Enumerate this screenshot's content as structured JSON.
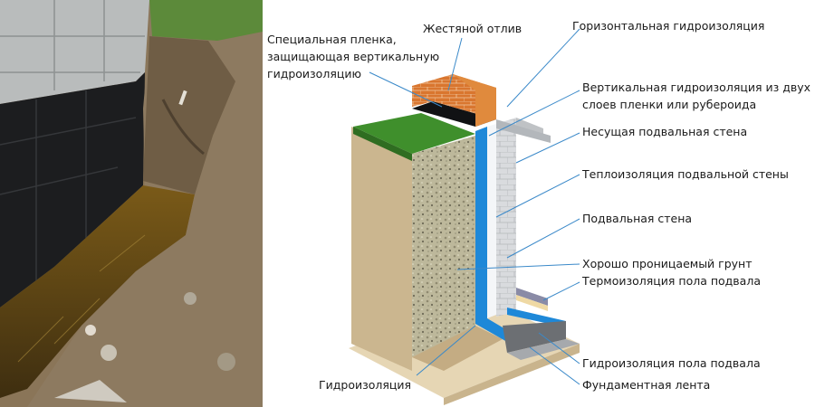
{
  "labels": {
    "film_vertical_1": "Специальная пленка,",
    "film_vertical_2": "защищающая вертикальную",
    "film_vertical_3": "гидроизоляцию",
    "drip": "Жестяной отлив",
    "horizontal_wp": "Горизонтальная гидроизоляция",
    "vertical_wp_1": "Вертикальная гидроизоляция из двух",
    "vertical_wp_2": "слоев пленки или рубероида",
    "bearing_wall": "Несущая подвальная стена",
    "wall_insulation": "Теплоизоляция подвальной стены",
    "basement_wall": "Подвальная стена",
    "permeable_soil": "Хорошо проницаемый грунт",
    "floor_insulation": "Термоизоляция пола подвала",
    "floor_wp": "Гидроизоляция пола подвала",
    "waterproofing": "Гидроизоляция",
    "footing": "Фундаментная лента"
  },
  "colors": {
    "waterproof_blue": "#1e88d8",
    "soil": "#cdb893",
    "gravel": "#b9b59a",
    "grass": "#3f8f2c",
    "brick": "#d8742e",
    "block": "#d7d9dc",
    "pointer": "#3a89c9"
  }
}
